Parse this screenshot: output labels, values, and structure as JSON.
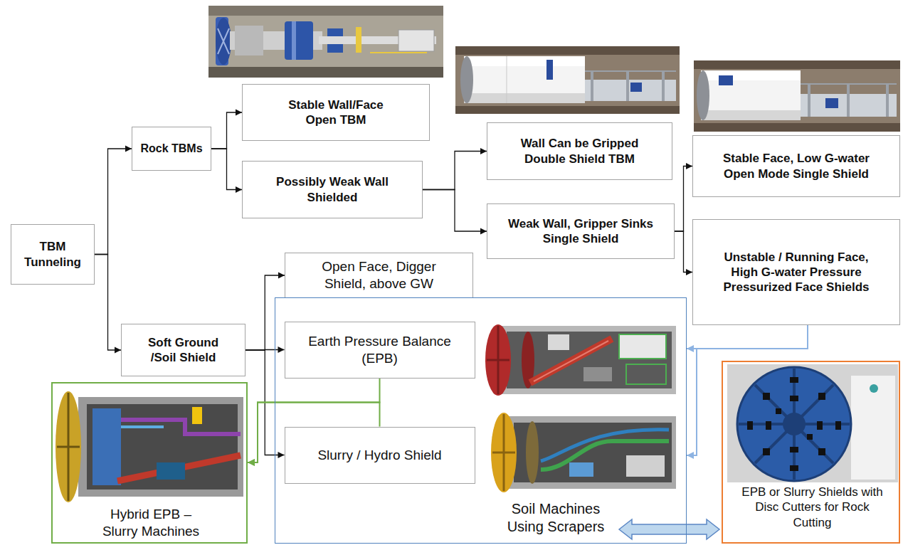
{
  "diagram": {
    "nodes": [
      {
        "text": [
          "TBM Tunneling"
        ]
      },
      {
        "text": [
          "Rock TBMs"
        ]
      },
      {
        "text": [
          "Stable Wall/Face Open TBM"
        ]
      },
      {
        "text": [
          "Possibly Weak Wall Shielded"
        ]
      },
      {
        "text": [
          "Wall Can be Gripped Double Shield TBM"
        ]
      },
      {
        "text": [
          "Weak Wall, Gripper Sinks Single Shield"
        ]
      },
      {
        "text": [
          "Stable Face, Low G-water Open Mode Single Shield"
        ]
      },
      {
        "text": [
          "Unstable / Running Face, High G-water Pressure Pressurized Face Shields"
        ]
      },
      {
        "text": [
          "Open Face, Digger Shield, above GW"
        ]
      },
      {
        "text": [
          "Soft Ground /Soil Shield"
        ]
      },
      {
        "text": [
          "Soil Machines Using Scrapers"
        ]
      },
      {
        "text": [
          "Earth Pressure Balance (EPB)"
        ],
        "in": 10
      },
      {
        "text": [
          "Slurry / Hydro Shield"
        ],
        "in": 10
      },
      {
        "text": [
          "Hybrid EPB – Slurry Machines"
        ]
      },
      {
        "text": [
          "EPB or Slurry Shields with Disc Cutters for Rock Cutting"
        ]
      }
    ],
    "edges": [
      {
        "from": 0,
        "to": 1,
        "arrow": "to"
      },
      {
        "from": 0,
        "to": 9,
        "arrow": "to"
      },
      {
        "from": 1,
        "to": 2,
        "arrow": "to"
      },
      {
        "from": 1,
        "to": 3,
        "arrow": "to"
      },
      {
        "from": 3,
        "to": 4,
        "arrow": "to"
      },
      {
        "from": 3,
        "to": 5,
        "arrow": "to"
      },
      {
        "from": 5,
        "to": 6,
        "arrow": "to"
      },
      {
        "from": 5,
        "to": 7,
        "arrow": "to"
      },
      {
        "from": 9,
        "to": 8,
        "arrow": "to"
      },
      {
        "from": 9,
        "to": 11,
        "arrow": "to"
      },
      {
        "from": 9,
        "to": 12,
        "arrow": "to"
      },
      {
        "from": 7,
        "to": 10,
        "arrow": "to"
      },
      {
        "from": 11,
        "to": 13,
        "arrow": "to"
      },
      {
        "from": 12,
        "to": 13,
        "arrow": "to"
      },
      {
        "from": 10,
        "to": 14,
        "arrow": "both"
      }
    ]
  }
}
